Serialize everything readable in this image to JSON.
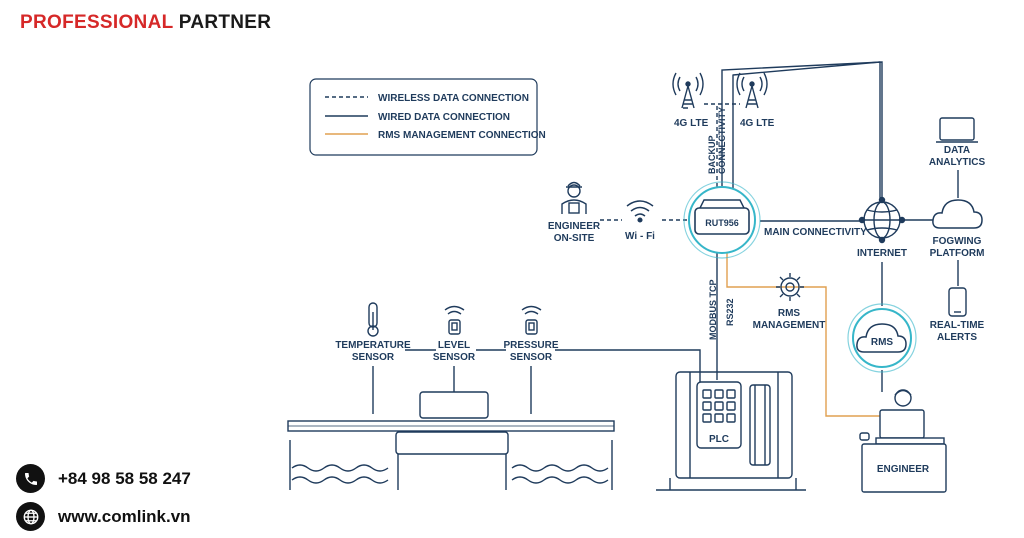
{
  "header": {
    "title_part1": "PROFESSIONAL",
    "title_part2": "PARTNER"
  },
  "contacts": {
    "phone": "+84 98 58 58 247",
    "website": "www.comlink.vn"
  },
  "colors": {
    "line": "#1f3b5c",
    "rms": "#e0a050",
    "accent": "#36b6c9",
    "brand": "#d62828"
  },
  "legend": {
    "wireless": "WIRELESS DATA CONNECTION",
    "wired": "WIRED DATA CONNECTION",
    "rms": "RMS MANAGEMENT CONNECTION"
  },
  "nodes": {
    "lte_left": "4G LTE",
    "lte_right": "4G LTE",
    "backup_line1": "BACKUP",
    "backup_line2": "CONNECTIVITY",
    "engineer_onsite_line1": "ENGINEER",
    "engineer_onsite_line2": "ON-SITE",
    "wifi": "Wi - Fi",
    "router": "RUT956",
    "main_connectivity": "MAIN CONNECTIVITY",
    "internet": "INTERNET",
    "data_analytics_line1": "DATA",
    "data_analytics_line2": "ANALYTICS",
    "fogwing_line1": "FOGWING",
    "fogwing_line2": "PLATFORM",
    "realtime_line1": "REAL-TIME",
    "realtime_line2": "ALERTS",
    "rms_mgmt_line1": "RMS",
    "rms_mgmt_line2": "MANAGEMENT",
    "rms_cloud": "RMS",
    "modbus": "MODBUS TCP",
    "rs232": "RS232",
    "temp_line1": "TEMPERATURE",
    "temp_line2": "SENSOR",
    "level_line1": "LEVEL",
    "level_line2": "SENSOR",
    "pressure_line1": "PRESSURE",
    "pressure_line2": "SENSOR",
    "plc": "PLC",
    "engineer": "ENGINEER"
  }
}
